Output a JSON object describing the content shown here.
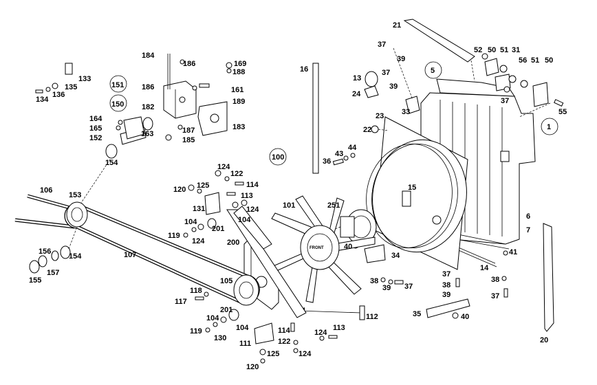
{
  "labels": {
    "l1": "1",
    "l5": "5",
    "l6": "6",
    "l7": "7",
    "l13": "13",
    "l14": "14",
    "l15": "15",
    "l16": "16",
    "l20": "20",
    "l21": "21",
    "l22": "22",
    "l23": "23",
    "l24": "24",
    "l31": "31",
    "l33": "33",
    "l34": "34",
    "l35": "35",
    "l36": "36",
    "l37a": "37",
    "l37b": "37",
    "l37c": "37",
    "l37d": "37",
    "l37e": "37",
    "l37f": "37",
    "l38a": "38",
    "l38b": "38",
    "l38c": "38",
    "l39a": "39",
    "l39b": "39",
    "l39c": "39",
    "l39d": "39",
    "l40a": "40",
    "l40b": "40",
    "l41": "41",
    "l43": "43",
    "l44": "44",
    "l50a": "50",
    "l50b": "50",
    "l51a": "51",
    "l51b": "51",
    "l52": "52",
    "l55": "55",
    "l56": "56",
    "l100": "100",
    "l101": "101",
    "l104a": "104",
    "l104b": "104",
    "l104c": "104",
    "l104d": "104",
    "l105": "105",
    "l106": "106",
    "l107": "107",
    "l111": "111",
    "l112": "112",
    "l113a": "113",
    "l113b": "113",
    "l114a": "114",
    "l114b": "114",
    "l117": "117",
    "l118": "118",
    "l119a": "119",
    "l119b": "119",
    "l120a": "120",
    "l120b": "120",
    "l122a": "122",
    "l122b": "122",
    "l124a": "124",
    "l124b": "124",
    "l124c": "124",
    "l124d": "124",
    "l124e": "124",
    "l125a": "125",
    "l125b": "125",
    "l130": "130",
    "l131": "131",
    "l133": "133",
    "l134": "134",
    "l135": "135",
    "l136": "136",
    "l150": "150",
    "l151": "151",
    "l152": "152",
    "l153": "153",
    "l154a": "154",
    "l154b": "154",
    "l155": "155",
    "l156": "156",
    "l157": "157",
    "l161": "161",
    "l163": "163",
    "l164": "164",
    "l165": "165",
    "l169": "169",
    "l182": "182",
    "l183": "183",
    "l184": "184",
    "l185": "185",
    "l186a": "186",
    "l186b": "186",
    "l187": "187",
    "l188": "188",
    "l189": "189",
    "l200": "200",
    "l201a": "201",
    "l201b": "201",
    "l251": "251"
  },
  "fan_hub_text": "FRONT",
  "colors": {
    "line": "#000000",
    "background": "#ffffff"
  }
}
